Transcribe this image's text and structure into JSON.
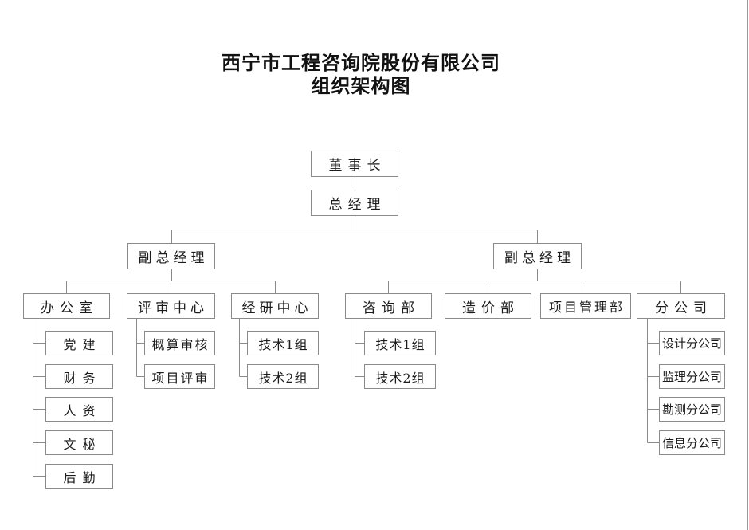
{
  "title": {
    "line1": "西宁市工程咨询院股份有限公司",
    "line2": "组织架构图"
  },
  "colors": {
    "background": "#ffffff",
    "box_border": "#8a8a8a",
    "connector_line": "#8a8a8a",
    "page_edge": "#9b9b9b",
    "text": "#1b1b1b"
  },
  "nodes": {
    "chairman": {
      "label": "董事长"
    },
    "gm": {
      "label": "总经理"
    },
    "dgm_left": {
      "label": "副总经理"
    },
    "dgm_right": {
      "label": "副总经理"
    },
    "office": {
      "label": "办公室"
    },
    "review_center": {
      "label": "评审中心"
    },
    "research_center": {
      "label": "经研中心"
    },
    "consulting_dept": {
      "label": "咨询部"
    },
    "cost_dept": {
      "label": "造价部"
    },
    "pm_dept": {
      "label": "项目管理部"
    },
    "branch_company": {
      "label": "分公司"
    },
    "party_building": {
      "label": "党建"
    },
    "finance": {
      "label": "财务"
    },
    "hr": {
      "label": "人资"
    },
    "secretarial": {
      "label": "文秘"
    },
    "logistics": {
      "label": "后勤"
    },
    "estimate_review": {
      "label": "概算审核"
    },
    "project_review": {
      "label": "项目评审"
    },
    "research_tech_group1": {
      "label": "技术1组"
    },
    "research_tech_group2": {
      "label": "技术2组"
    },
    "consulting_tech_group1": {
      "label": "技术1组"
    },
    "consulting_tech_group2": {
      "label": "技术2组"
    },
    "design_branch": {
      "label": "设计分公司"
    },
    "supervision_branch": {
      "label": "监理分公司"
    },
    "survey_branch": {
      "label": "勘测分公司"
    },
    "info_branch": {
      "label": "信息分公司"
    }
  },
  "hierarchy": [
    {
      "parent": "chairman",
      "children": [
        "gm"
      ]
    },
    {
      "parent": "gm",
      "children": [
        "dgm_left",
        "dgm_right"
      ]
    },
    {
      "parent": "dgm_left",
      "children": [
        "office",
        "review_center",
        "research_center"
      ]
    },
    {
      "parent": "dgm_right",
      "children": [
        "consulting_dept",
        "cost_dept",
        "pm_dept",
        "branch_company"
      ]
    },
    {
      "parent": "office",
      "children": [
        "party_building",
        "finance",
        "hr",
        "secretarial",
        "logistics"
      ]
    },
    {
      "parent": "review_center",
      "children": [
        "estimate_review",
        "project_review"
      ]
    },
    {
      "parent": "research_center",
      "children": [
        "research_tech_group1",
        "research_tech_group2"
      ]
    },
    {
      "parent": "consulting_dept",
      "children": [
        "consulting_tech_group1",
        "consulting_tech_group2"
      ]
    },
    {
      "parent": "branch_company",
      "children": [
        "design_branch",
        "supervision_branch",
        "survey_branch",
        "info_branch"
      ]
    }
  ]
}
